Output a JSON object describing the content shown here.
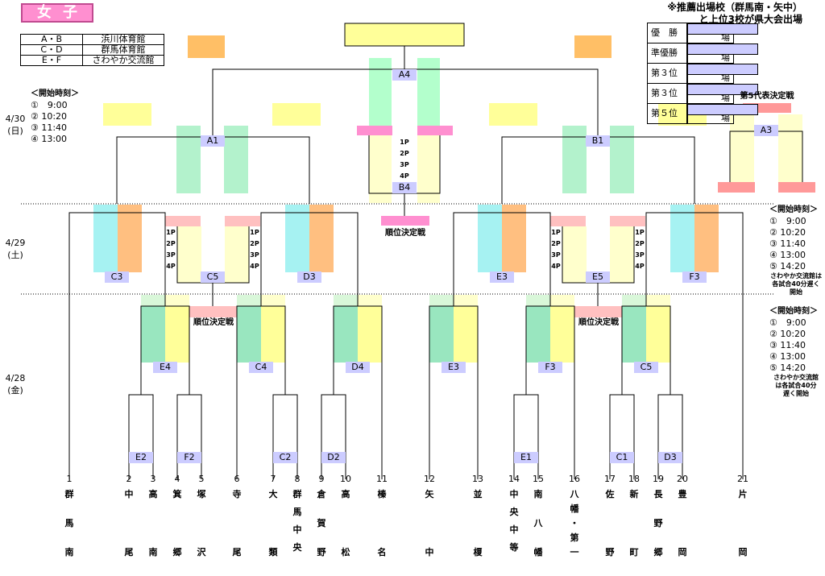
{
  "title": "女子",
  "venues": [
    {
      "key": "A・B",
      "value": "浜川体育館"
    },
    {
      "key": "C・D",
      "value": "群馬体育館"
    },
    {
      "key": "E・F",
      "value": "さわやか交流館"
    }
  ],
  "note": {
    "line1": "※推薦出場校（群馬南・矢中）",
    "line2": "と上位3校が県大会出場"
  },
  "advance_table": [
    {
      "rank": "優　勝",
      "school": "",
      "status": "県大会出場"
    },
    {
      "rank": "準優勝",
      "school": "",
      "status": "県大会出場"
    },
    {
      "rank": "第３位",
      "school": "",
      "status": "県大会出場"
    },
    {
      "rank": "第３位",
      "school": "",
      "status": "県大会出場"
    },
    {
      "rank": "第５位",
      "school": "",
      "status": "県大会出場"
    }
  ],
  "days": [
    {
      "date": "4/30",
      "dow": "(日)"
    },
    {
      "date": "4/29",
      "dow": "(土)"
    },
    {
      "date": "4/28",
      "dow": "(金)"
    }
  ],
  "schedule_430": {
    "header": "＜開始時刻＞",
    "times": [
      "①　9:00",
      "②  10:20",
      "③  11:40",
      "④  13:00"
    ]
  },
  "schedule_429": {
    "header": "＜開始時刻＞",
    "times": [
      "①　9:00",
      "②  10:20",
      "③  11:40",
      "④  13:00",
      "⑤  14:20"
    ],
    "note1": "さわやか交流館は",
    "note2": "各試合40分遅く開始"
  },
  "schedule_428": {
    "header": "＜開始時刻＞",
    "times": [
      "①　9:00",
      "②  10:20",
      "③  11:40",
      "④  13:00",
      "⑤  14:20"
    ],
    "note1": "さわやか交流館",
    "note2": "は各試合40分",
    "note3": "遅く開始"
  },
  "labels": {
    "fifth": "第5代表決定戦",
    "ranking": "順位決定戦"
  },
  "places": [
    "1P",
    "2P",
    "3P",
    "4P"
  ],
  "matches": {
    "A4": "A4",
    "A1": "A1",
    "B1": "B1",
    "B4": "B4",
    "A3": "A3",
    "C3": "C3",
    "C5": "C5",
    "D3": "D3",
    "E3": "E3",
    "E5": "E5",
    "F3": "F3",
    "E4": "E4",
    "C4": "C4",
    "D4": "D4",
    "E3b": "E3",
    "F3b": "F3",
    "C5b": "C5",
    "E2": "E2",
    "F2": "F2",
    "C2": "C2",
    "D2": "D2",
    "E1": "E1",
    "C1": "C1",
    "D3b": "D3"
  },
  "schools": [
    {
      "num": "1",
      "name": [
        "群",
        "馬",
        "南"
      ]
    },
    {
      "num": "2",
      "name": [
        "中",
        "",
        "尾"
      ]
    },
    {
      "num": "3",
      "name": [
        "高",
        "",
        "南"
      ]
    },
    {
      "num": "4",
      "name": [
        "箕",
        "",
        "郷"
      ]
    },
    {
      "num": "5",
      "name": [
        "塚",
        "",
        "沢"
      ]
    },
    {
      "num": "6",
      "name": [
        "寺",
        "",
        "尾"
      ]
    },
    {
      "num": "7",
      "name": [
        "大",
        "",
        "類"
      ]
    },
    {
      "num": "8",
      "name": [
        "群",
        "馬",
        "中",
        "央"
      ]
    },
    {
      "num": "9",
      "name": [
        "倉",
        "賀",
        "野"
      ]
    },
    {
      "num": "10",
      "name": [
        "高",
        "",
        "松"
      ]
    },
    {
      "num": "11",
      "name": [
        "榛",
        "",
        "名"
      ]
    },
    {
      "num": "12",
      "name": [
        "矢",
        "",
        "中"
      ]
    },
    {
      "num": "13",
      "name": [
        "並",
        "",
        "榎"
      ]
    },
    {
      "num": "14",
      "name": [
        "中",
        "央",
        "中",
        "等"
      ]
    },
    {
      "num": "15",
      "name": [
        "南",
        "八",
        "幡"
      ]
    },
    {
      "num": "16",
      "name": [
        "八",
        "幡",
        "・",
        "第",
        "一"
      ]
    },
    {
      "num": "17",
      "name": [
        "佐",
        "",
        "野"
      ]
    },
    {
      "num": "18",
      "name": [
        "新",
        "",
        "町"
      ]
    },
    {
      "num": "19",
      "name": [
        "長",
        "野",
        "郷"
      ]
    },
    {
      "num": "20",
      "name": [
        "豊",
        "",
        "岡"
      ]
    },
    {
      "num": "21",
      "name": [
        "片",
        "",
        "岡"
      ]
    }
  ],
  "colors": {
    "green": "#99e6bf",
    "yellow": "#ffff99",
    "cyan": "#a6f2f2",
    "orange": "#ffbf80",
    "pink": "#ff8fd0",
    "salmon": "#ff9999",
    "lightpink": "#ffc0c0",
    "lightyellow": "#ffffcc",
    "match": "#ccccff"
  }
}
